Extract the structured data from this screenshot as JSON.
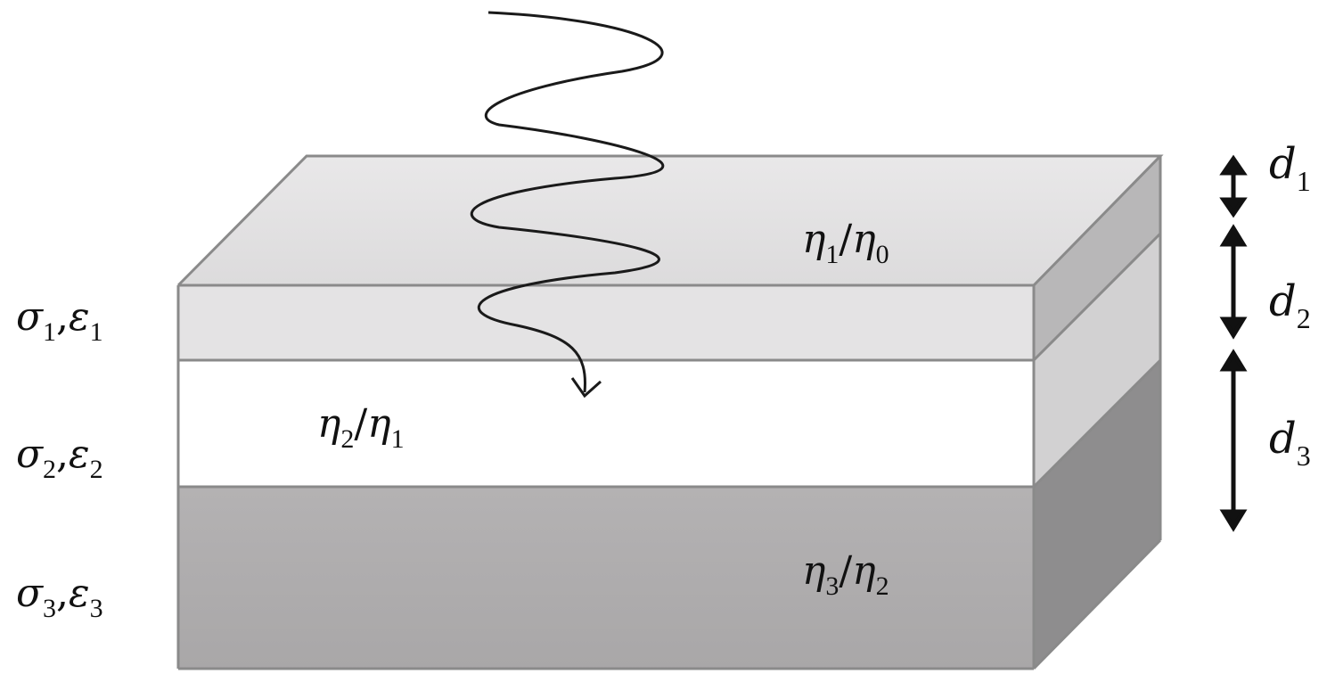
{
  "layers": [
    {
      "id": 1,
      "material": {
        "sigma": "σ",
        "sigma_sub": "1",
        "sep": ",",
        "eps": "ε",
        "eps_sub": "1"
      },
      "impedance": {
        "num": "η",
        "num_sub": "1",
        "slash": "/",
        "den": "η",
        "den_sub": "0"
      },
      "thickness": {
        "sym": "d",
        "sub": "1"
      },
      "front_color": "#e4e3e4",
      "top_color": "#e2e1e2",
      "side_color": "#b8b7b8"
    },
    {
      "id": 2,
      "material": {
        "sigma": "σ",
        "sigma_sub": "2",
        "sep": ",",
        "eps": "ε",
        "eps_sub": "2"
      },
      "impedance": {
        "num": "η",
        "num_sub": "2",
        "slash": "/",
        "den": "η",
        "den_sub": "1"
      },
      "thickness": {
        "sym": "d",
        "sub": "2"
      },
      "front_color": "#ffffff",
      "side_color": "#d2d1d2"
    },
    {
      "id": 3,
      "material": {
        "sigma": "σ",
        "sigma_sub": "3",
        "sep": ",",
        "eps": "ε",
        "eps_sub": "3"
      },
      "impedance": {
        "num": "η",
        "num_sub": "3",
        "slash": "/",
        "den": "η",
        "den_sub": "2"
      },
      "thickness": {
        "sym": "d",
        "sub": "3"
      },
      "front_color": "#adabac",
      "side_color": "#8e8d8e"
    }
  ],
  "colors": {
    "outline": "#8a8a8a",
    "wave": "#1a1a1a",
    "arrow": "#111111"
  },
  "icons": {
    "wave": "incident-wave-icon",
    "thickness_arrow": "double-arrow-icon"
  }
}
